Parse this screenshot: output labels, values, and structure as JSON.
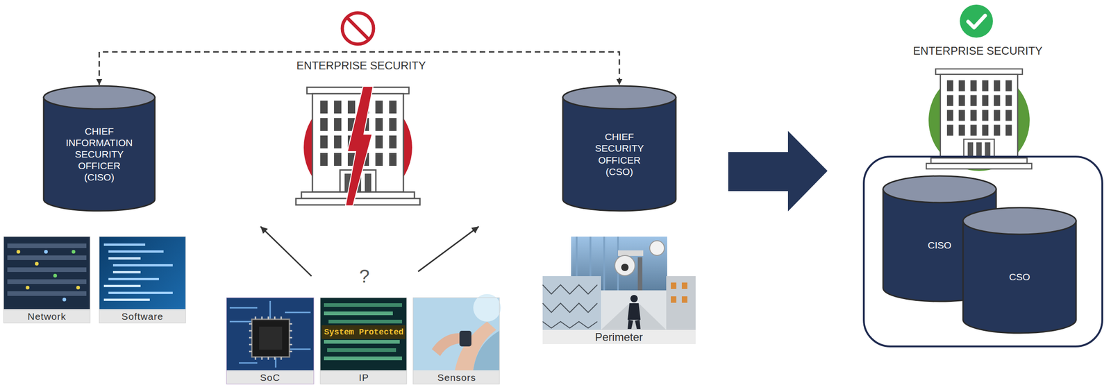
{
  "diagram": {
    "nodes": [
      {
        "text": [
          "CHIEF INFORMATION SECURITY OFFICER (CISO)"
        ]
      },
      {
        "text": [
          "CHIEF SECURITY OFFICER (CSO)"
        ]
      },
      {
        "text": [
          "ENTERPRISE SECURITY"
        ]
      },
      {
        "text": [
          "CISO"
        ],
        "in": 2
      },
      {
        "text": [
          "CSO"
        ],
        "in": 2
      }
    ],
    "edges": [
      {
        "from": 0,
        "to": 1,
        "arrow": "both"
      }
    ],
    "labels": [
      "ENTERPRISE SECURITY",
      "Network",
      "Software",
      "?",
      "SoC",
      "IP",
      "System Protected",
      "Sensors",
      "Perimeter"
    ]
  }
}
